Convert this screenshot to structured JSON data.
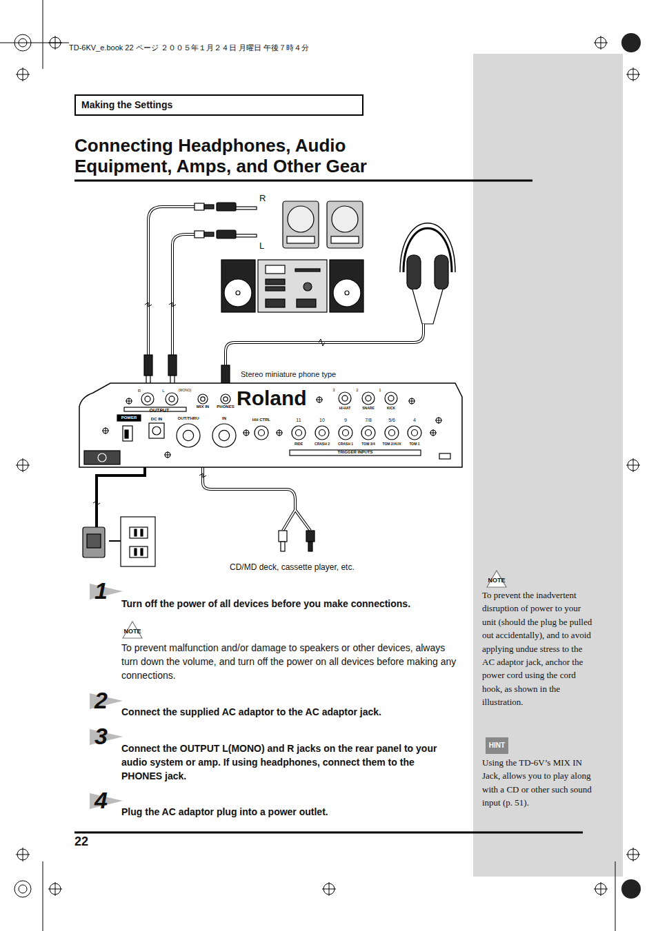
{
  "diagram": {
    "title": "Connecting Headphones, Audio Equipment, Amps, and Other Gear",
    "nodes": [
      {
        "text": [
          "Making the Settings"
        ]
      }
    ],
    "labels": [
      "TD-6KV_e.book 22 ページ ２００５年１月２４日 月曜日 午後７時４分",
      "R",
      "L",
      "Stereo miniature phone type",
      "R",
      "L",
      "(MONO)",
      "OUTPUT",
      "MIX IN",
      "PHONES",
      "Roland",
      "3",
      "2",
      "1",
      "HI-HAT",
      "SNARE",
      "KICK",
      "POWER",
      "DC IN",
      "OUT/THRU",
      "IN",
      "HH CTRL",
      "11",
      "10",
      "9",
      "7/8",
      "5/6",
      "4",
      "RIDE",
      "CRASH 2",
      "CRASH 1",
      "TOM 3/4",
      "TOM 2/AUX",
      "TOM 1",
      "TRIGGER INPUTS",
      "CD/MD deck, cassette player, etc.",
      "1",
      "Turn off the power of all devices before you make connections.",
      "NOTE",
      "To prevent malfunction and/or damage to speakers or other devices, always turn down the volume, and turn off the power on all devices before making any connections.",
      "2",
      "Connect the supplied AC adaptor to the AC adaptor jack.",
      "3",
      "Connect the OUTPUT L(MONO) and R jacks on the rear panel to your audio system or amp. If using headphones, connect them to the PHONES jack.",
      "4",
      "Plug the AC adaptor plug into a power outlet.",
      "NOTE",
      "To prevent the inadvertent disruption of power to your unit (should the plug be pulled out accidentally), and to avoid applying undue stress to the AC adaptor jack, anchor the power cord using the cord hook, as shown in the illustration.",
      "HINT",
      "Using the TD-6V’s MIX IN Jack, allows you to play along with a CD or other such sound input (p. 51).",
      "22"
    ]
  }
}
